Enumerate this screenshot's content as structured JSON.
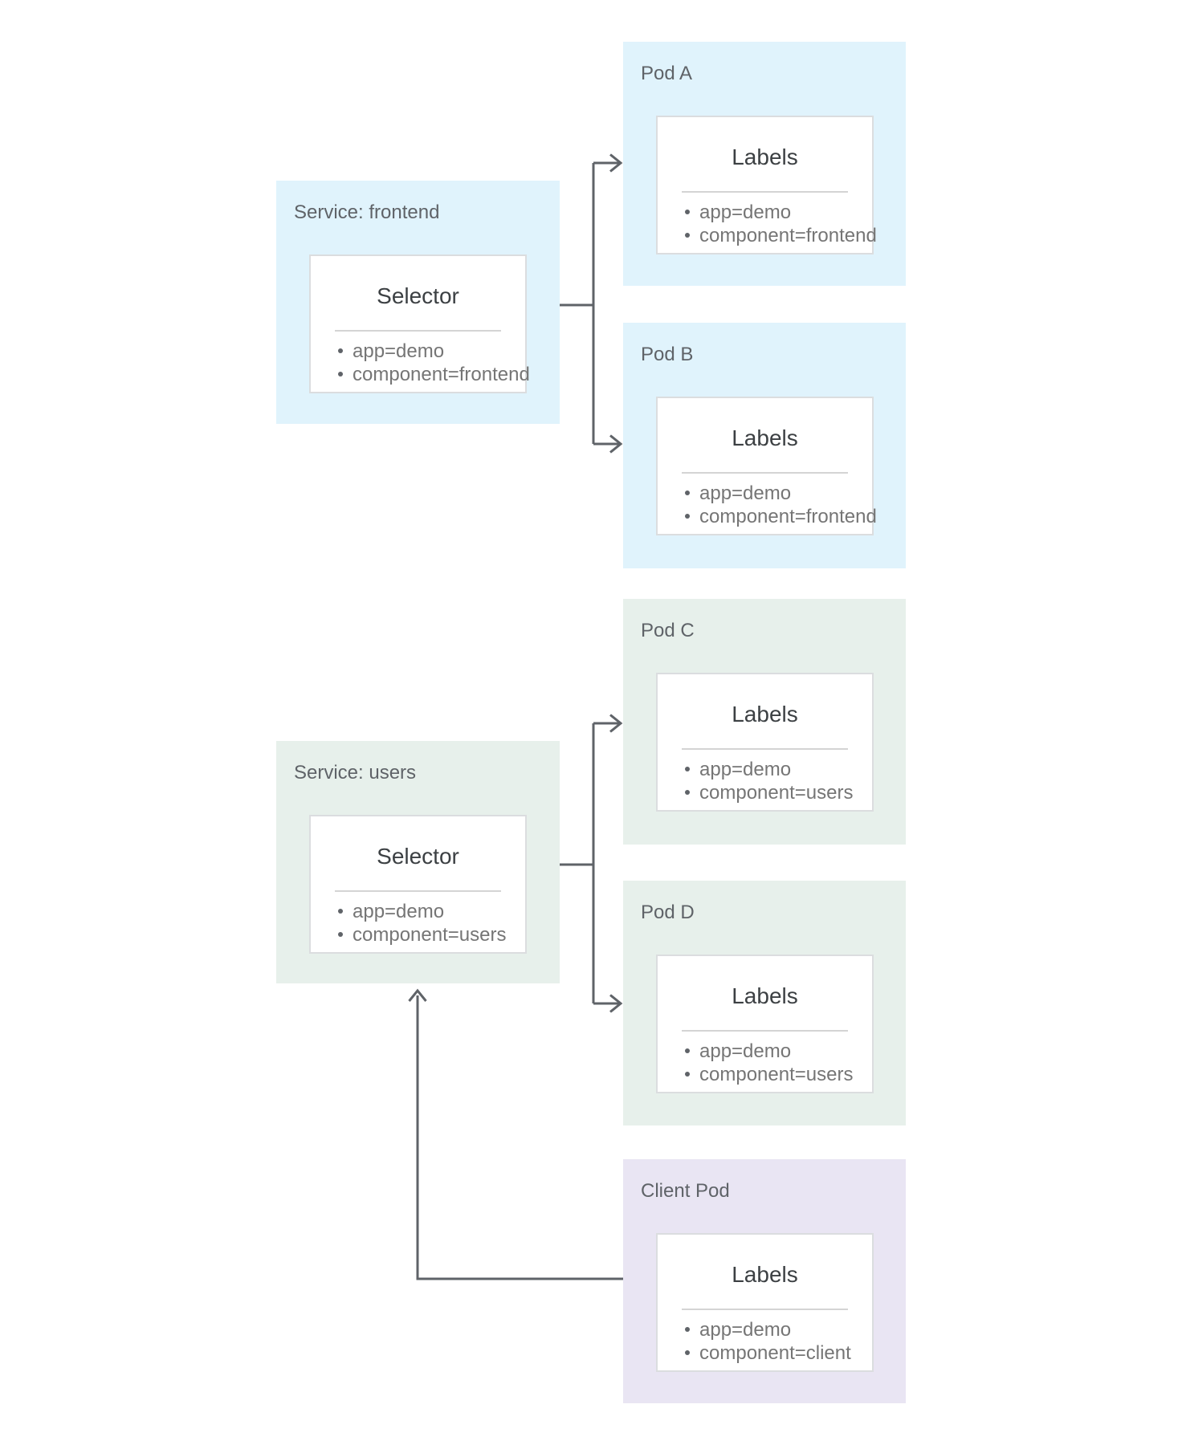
{
  "nodes": [
    {
      "key": "service-frontend",
      "title": "Service: frontend",
      "heading": "Selector",
      "items": [
        "app=demo",
        "component=frontend"
      ]
    },
    {
      "key": "pod-a",
      "title": "Pod A",
      "heading": "Labels",
      "items": [
        "app=demo",
        "component=frontend"
      ]
    },
    {
      "key": "pod-b",
      "title": "Pod B",
      "heading": "Labels",
      "items": [
        "app=demo",
        "component=frontend"
      ]
    },
    {
      "key": "service-users",
      "title": "Service: users",
      "heading": "Selector",
      "items": [
        "app=demo",
        "component=users"
      ]
    },
    {
      "key": "pod-c",
      "title": "Pod C",
      "heading": "Labels",
      "items": [
        "app=demo",
        "component=users"
      ]
    },
    {
      "key": "pod-d",
      "title": "Pod D",
      "heading": "Labels",
      "items": [
        "app=demo",
        "component=users"
      ]
    },
    {
      "key": "client-pod",
      "title": "Client Pod",
      "heading": "Labels",
      "items": [
        "app=demo",
        "component=client"
      ]
    }
  ],
  "connectors": [
    {
      "from": "Service: frontend",
      "to": "Pod A"
    },
    {
      "from": "Service: frontend",
      "to": "Pod B"
    },
    {
      "from": "Service: users",
      "to": "Pod C"
    },
    {
      "from": "Service: users",
      "to": "Pod D"
    },
    {
      "from": "Client Pod",
      "to": "Service: users"
    }
  ],
  "colors": {
    "frontend_group_bg": "#E0F3FC",
    "users_group_bg": "#E7F0EB",
    "client_pod_bg": "#E9E5F3",
    "inner_box_bg": "#FFFFFF",
    "inner_box_border": "#DBDDDF",
    "divider": "#D4D4D4",
    "title_text": "#5F6368",
    "heading_text": "#3C4043",
    "item_text": "#757575",
    "connector_line": "#5F6368"
  }
}
